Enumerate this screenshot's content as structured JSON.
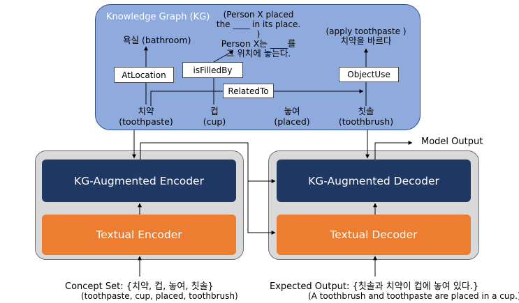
{
  "kg": {
    "title": "Knowledge Graph (KG)",
    "nodes": {
      "toothpaste_ko": "치약",
      "toothpaste_en": "(toothpaste)",
      "cup_ko": "컵",
      "cup_en": "(cup)",
      "placed_ko": "놓여",
      "placed_en": "(placed)",
      "toothbrush_ko": "칫솔",
      "toothbrush_en": "(toothbrush)",
      "bathroom": "욕실 (bathroom)",
      "person_en_1": "(Person X placed",
      "person_en_2": "the ____ in its place. )",
      "person_ko_1": "Person X는 ____를",
      "person_ko_2": "그 위치에 놓는다.",
      "apply_en": "(apply toothpaste )",
      "apply_ko": "치약을 바르다"
    },
    "relations": {
      "at_location": "AtLocation",
      "is_filled_by": "isFilledBy",
      "related_to": "RelatedTo",
      "object_use": "ObjectUse"
    }
  },
  "encoder": {
    "kg_augmented": "KG-Augmented Encoder",
    "textual": "Textual Encoder"
  },
  "decoder": {
    "kg_augmented": "KG-Augmented Decoder",
    "textual": "Textual Decoder"
  },
  "model_output": "Model Output",
  "concept_set": {
    "line1": "Concept Set: {치약, 컵, 놓여, 칫솔}",
    "line2": "(toothpaste, cup, placed, toothbrush)"
  },
  "expected_output": {
    "line1": "Expected Output: {칫솔과 치약이 컵에 놓여 있다.}",
    "line2": "(A toothbrush and toothpaste are placed in a cup.)"
  },
  "colors": {
    "kg_panel": "#8faadc",
    "navy_block": "#1f3864",
    "orange_block": "#ed7d31",
    "gray_container": "#d9d9d9"
  }
}
